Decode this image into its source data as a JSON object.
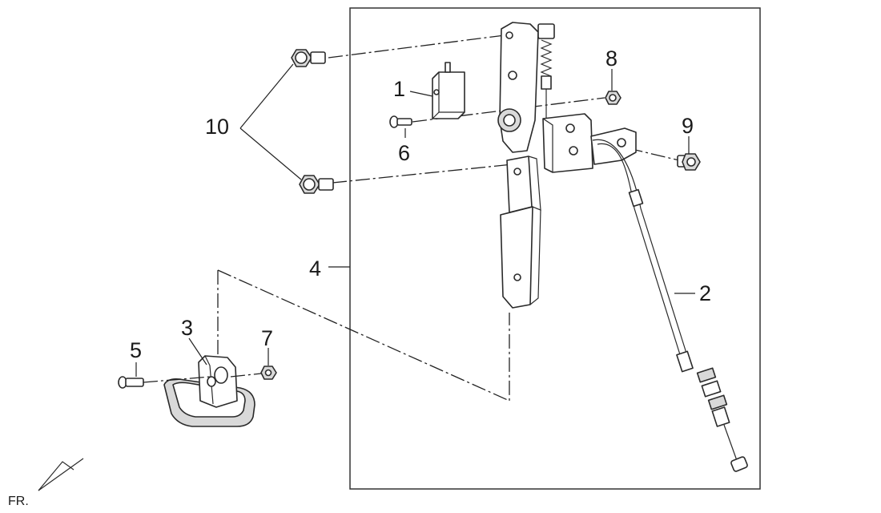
{
  "callouts": {
    "c1": "1",
    "c2": "2",
    "c3": "3",
    "c4": "4",
    "c5": "5",
    "c6": "6",
    "c7": "7",
    "c8": "8",
    "c9": "9",
    "c10": "10"
  },
  "front_marker": "FR."
}
